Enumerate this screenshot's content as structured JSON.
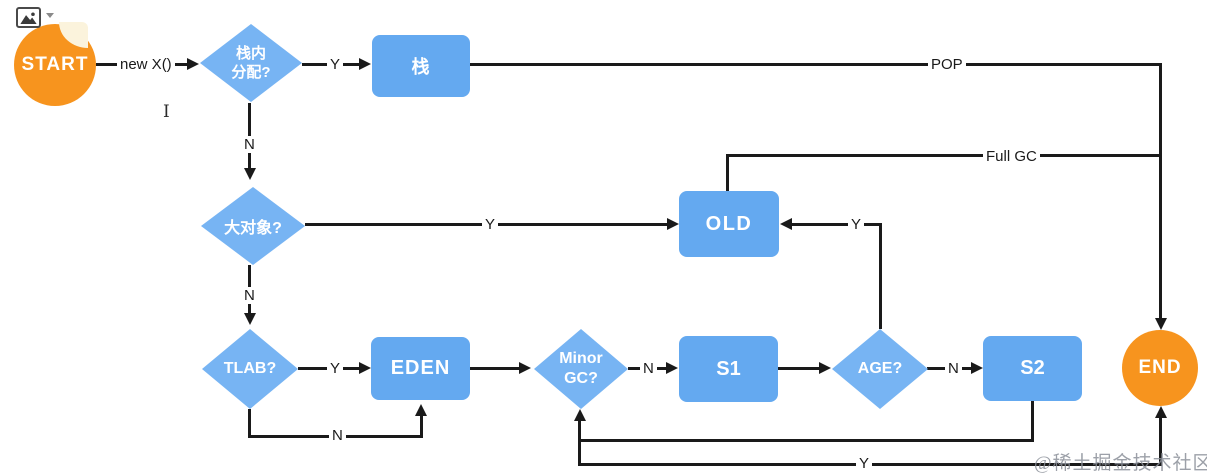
{
  "toolbar": {
    "image_icon": "image-icon",
    "caret_icon": "chevron-down-icon"
  },
  "diagram": {
    "nodes": {
      "start": "START",
      "stack_alloc_q": "栈内\n分配?",
      "stack": "栈",
      "big_object_q": "大对象?",
      "old": "OLD",
      "tlab_q": "TLAB?",
      "eden": "EDEN",
      "minor_gc_q": "Minor\nGC?",
      "s1": "S1",
      "age_q": "AGE?",
      "s2": "S2",
      "end": "END"
    },
    "edge_labels": {
      "new_x": "new X()",
      "stack_alloc_yes": "Y",
      "stack_alloc_no": "N",
      "pop": "POP",
      "big_object_yes": "Y",
      "big_object_no": "N",
      "full_gc": "Full GC",
      "tlab_yes": "Y",
      "tlab_no": "N",
      "minor_gc_no": "N",
      "minor_gc_yes": "Y",
      "age_to_old_yes": "Y",
      "age_no": "N"
    },
    "colors": {
      "process_blue": "#64a9f0",
      "decision_blue": "#77b4f3",
      "terminal_orange": "#f7941e",
      "line_black": "#1a1a1a",
      "watermark_gray": "#8b9099",
      "notch_cream": "#fbf3dc"
    }
  },
  "cursor_glyph": "I",
  "watermark": "@稀土掘金技术社区"
}
